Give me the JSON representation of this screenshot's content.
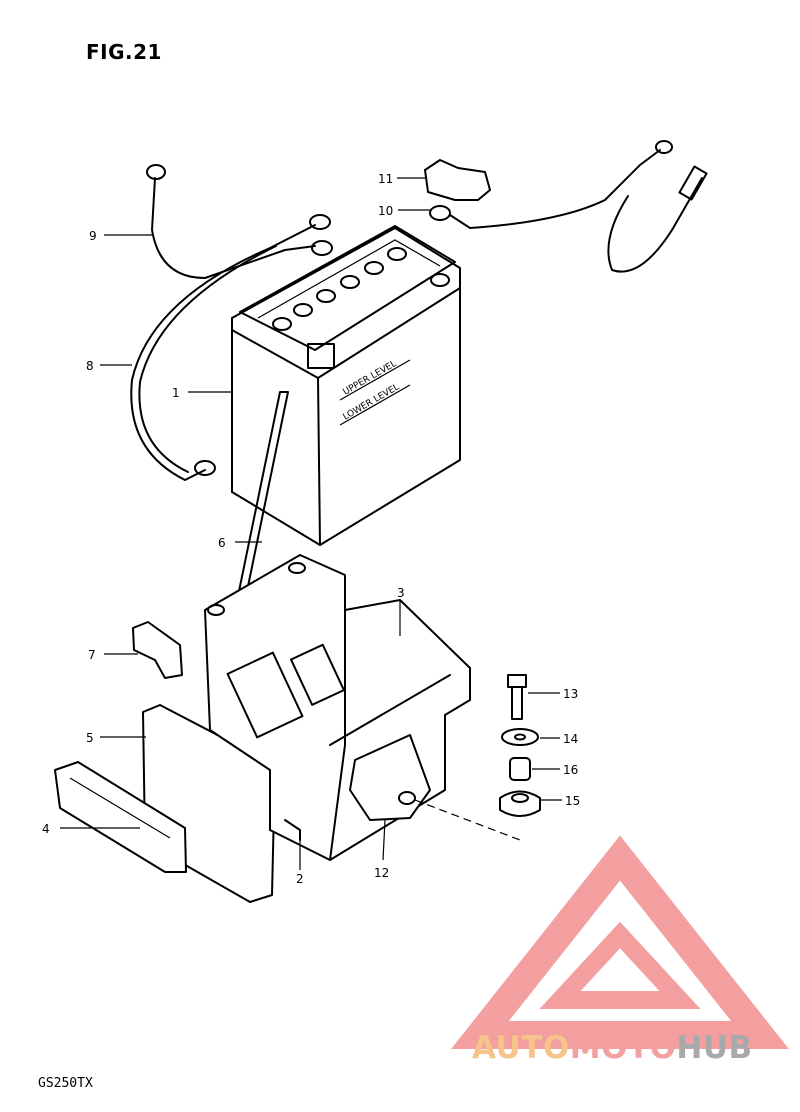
{
  "figure": {
    "title": "FIG.21",
    "model": "GS250TX"
  },
  "battery_labels": {
    "upper": "UPPER LEVEL",
    "lower": "LOWER LEVEL"
  },
  "callouts": [
    "1",
    "2",
    "3",
    "4",
    "5",
    "6",
    "7",
    "8",
    "9",
    "10",
    "11",
    "12",
    "13",
    "14",
    "15",
    "16"
  ],
  "watermark": {
    "part1": "AUTO",
    "part2": "MOTO",
    "part3": "HUB",
    "colors": {
      "auto": "#f6c48a",
      "moto": "#f3a0a0",
      "hub": "#a9a9a9",
      "logo": "#f08080"
    }
  }
}
